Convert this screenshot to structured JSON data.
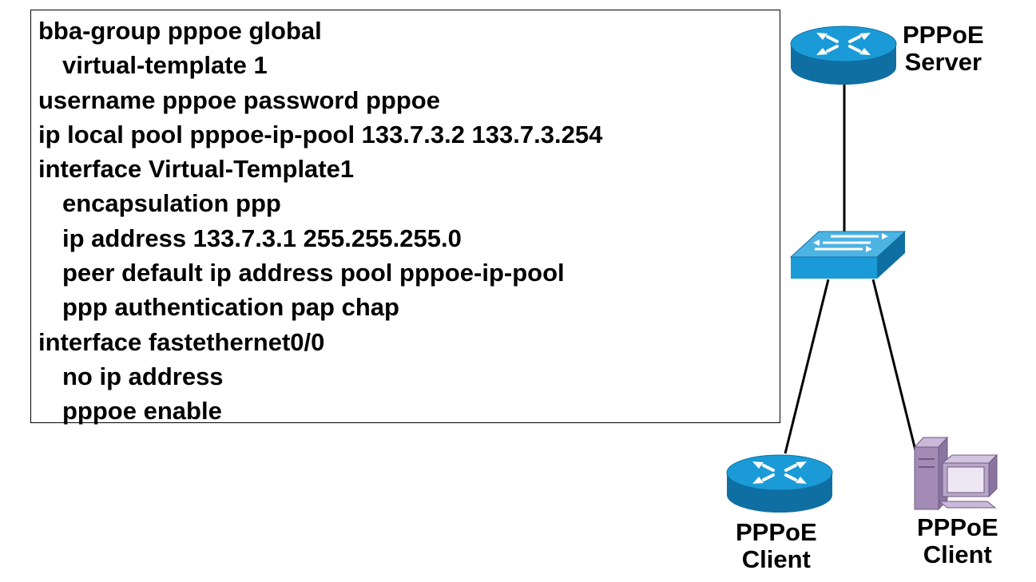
{
  "config": {
    "lines": [
      {
        "text": "bba-group pppoe global",
        "indent": false
      },
      {
        "text": "virtual-template 1",
        "indent": true
      },
      {
        "text": "username pppoe password pppoe",
        "indent": false
      },
      {
        "text": "ip local pool pppoe-ip-pool 133.7.3.2 133.7.3.254",
        "indent": false
      },
      {
        "text": "interface Virtual-Template1",
        "indent": false
      },
      {
        "text": "encapsulation ppp",
        "indent": true
      },
      {
        "text": "ip address 133.7.3.1 255.255.255.0",
        "indent": true
      },
      {
        "text": "peer default ip address pool pppoe-ip-pool",
        "indent": true
      },
      {
        "text": "ppp authentication pap chap",
        "indent": true
      },
      {
        "text": "interface fastethernet0/0",
        "indent": false
      },
      {
        "text": "no ip address",
        "indent": true
      },
      {
        "text": "pppoe enable",
        "indent": true
      }
    ]
  },
  "topology": {
    "server": {
      "label_line1": "PPPoE",
      "label_line2": "Server",
      "icon": "router-icon"
    },
    "switch": {
      "icon": "switch-icon"
    },
    "client_router": {
      "label_line1": "PPPoE",
      "label_line2": "Client",
      "icon": "router-icon"
    },
    "client_pc": {
      "label_line1": "PPPoE",
      "label_line2": "Client",
      "icon": "pc-icon"
    }
  },
  "colors": {
    "device_blue": "#1a9bd7",
    "device_dark": "#0f6fa3",
    "pc_purple": "#b9a6c8",
    "link": "#000000"
  }
}
